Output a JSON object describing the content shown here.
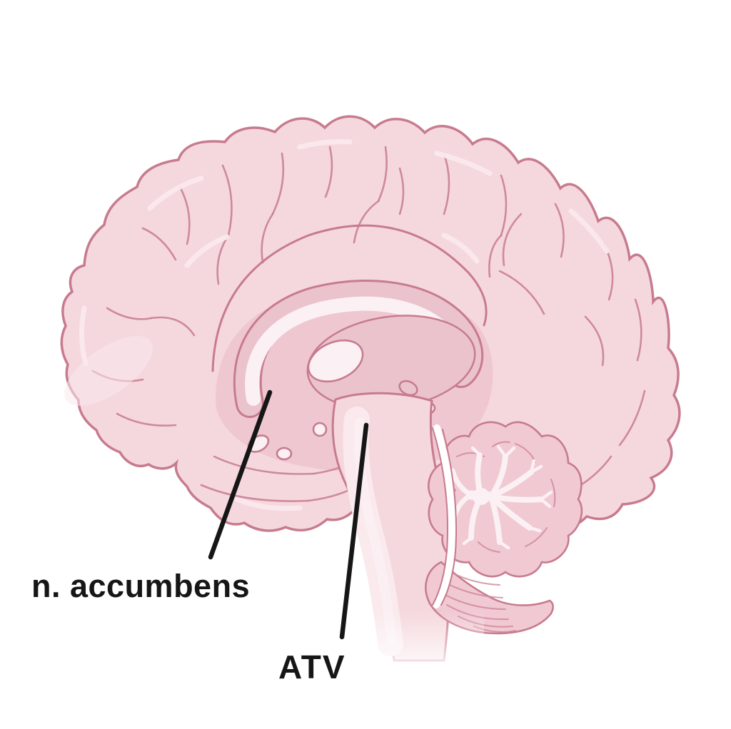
{
  "illustration": {
    "name": "brain-midsagittal-illustration",
    "style": "flat medical vector drawing, pink tones, white background"
  },
  "annotations": {
    "nucleus_accumbens": {
      "label": "n. accumbens"
    },
    "atv": {
      "label": "ATV"
    }
  },
  "palette": {
    "background": "#FFFFFF",
    "cortex_fill": "#F5D8DD",
    "cortex_stroke": "#C77B8E",
    "deep_fill": "#EFC7D1",
    "deep_dark": "#EAC3CD",
    "white_matter": "#FBF0F3",
    "highlight": "#FAE9ED",
    "cerebellum_fill": "#F0C9D3",
    "striation": "#CE8598",
    "label_color": "#161616"
  }
}
